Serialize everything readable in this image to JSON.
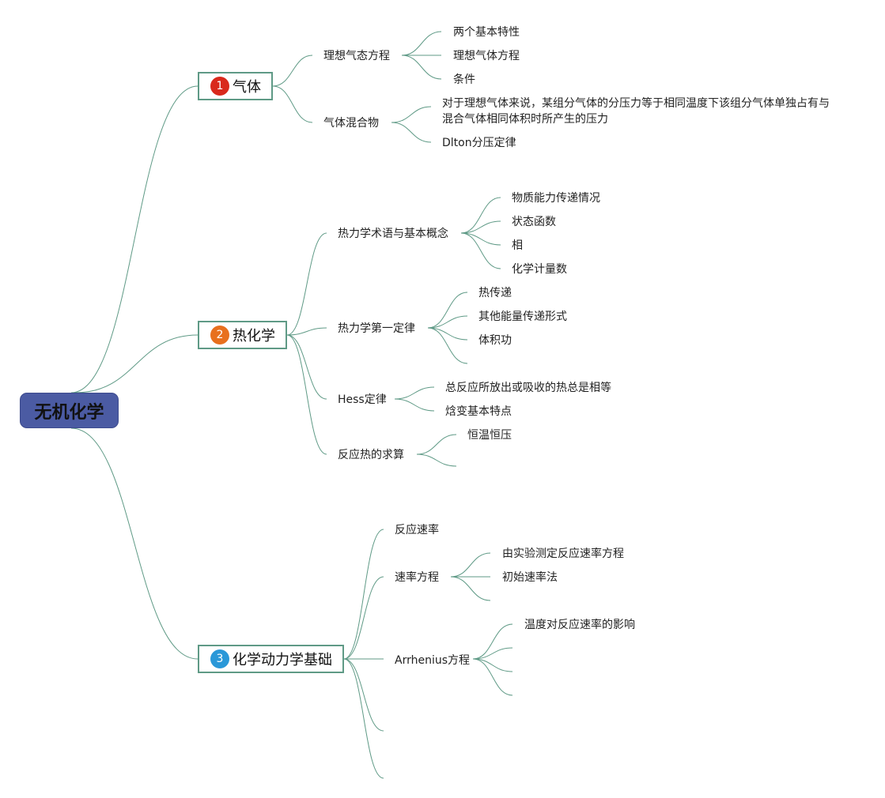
{
  "root": {
    "label": "无机化学"
  },
  "colors": {
    "root": "#4b5ba3",
    "line": "#5f9a86",
    "badge1": "#d9291c",
    "badge2": "#e8701e",
    "badge3": "#2a98d8"
  },
  "topics": [
    {
      "num": "1",
      "label": "气体",
      "children": [
        {
          "label": "理想气态方程",
          "children": [
            "两个基本特性",
            "理想气体方程",
            "条件"
          ]
        },
        {
          "label": "气体混合物",
          "children": [
            "对于理想气体来说，某组分气体的分压力等于相同温度下该组分气体单独占有与混合气体相同体积时所产生的压力",
            "Dlton分压定律"
          ]
        }
      ]
    },
    {
      "num": "2",
      "label": "热化学",
      "children": [
        {
          "label": "热力学术语与基本概念",
          "children": [
            "物质能力传递情况",
            "状态函数",
            "相",
            "化学计量数"
          ]
        },
        {
          "label": "热力学第一定律",
          "children": [
            "热传递",
            "其他能量传递形式",
            "体积功",
            ""
          ]
        },
        {
          "label": "Hess定律",
          "children": [
            "总反应所放出或吸收的热总是相等",
            "焓变基本特点"
          ]
        },
        {
          "label": "反应热的求算",
          "children": [
            "恒温恒压",
            ""
          ]
        }
      ]
    },
    {
      "num": "3",
      "label": "化学动力学基础",
      "children": [
        {
          "label": "反应速率",
          "children": []
        },
        {
          "label": "速率方程",
          "children": [
            "由实验测定反应速率方程",
            "初始速率法",
            ""
          ]
        },
        {
          "label": "Arrhenius方程",
          "children": [
            "温度对反应速率的影响",
            "",
            "",
            ""
          ]
        },
        {
          "label": "",
          "children": []
        },
        {
          "label": "",
          "children": []
        }
      ]
    }
  ]
}
